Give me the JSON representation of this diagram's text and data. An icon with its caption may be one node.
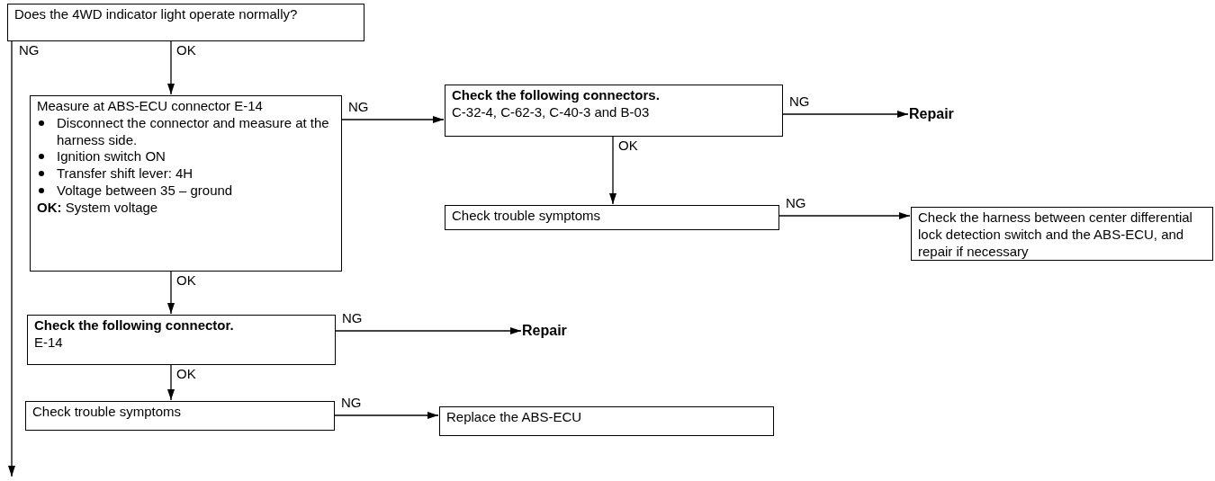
{
  "diagram": {
    "nodes": [
      {
        "text": [
          "Does the 4WD indicator light operate normally?"
        ]
      },
      {
        "text": [
          "Measure at ABS-ECU connector E-14",
          "Disconnect the connector and measure at the harness side.",
          "Ignition switch ON",
          "Transfer shift lever: 4H",
          "Voltage between 35 – ground",
          "**OK:** System voltage"
        ]
      },
      {
        "text": [
          "Check the following connectors.",
          "C-32-4, C-62-3, C-40-3 and B-03"
        ]
      },
      {
        "text": [
          "Repair"
        ]
      },
      {
        "text": [
          "Check trouble symptoms"
        ]
      },
      {
        "text": [
          "Check the harness between center differential lock detection switch and the ABS-ECU, and repair if necessary"
        ]
      },
      {
        "text": [
          "Check the following connector.",
          "E-14"
        ]
      },
      {
        "text": [
          "Repair"
        ]
      },
      {
        "text": [
          "Check trouble symptoms"
        ]
      },
      {
        "text": [
          "Replace the ABS-ECU"
        ]
      }
    ],
    "edges": [
      {
        "from": 0,
        "to": 1,
        "arrow": "to",
        "label": "OK"
      },
      {
        "from": 1,
        "to": 2,
        "arrow": "to",
        "label": "NG"
      },
      {
        "from": 2,
        "to": 3,
        "arrow": "to",
        "label": "NG"
      },
      {
        "from": 2,
        "to": 4,
        "arrow": "to",
        "label": "OK"
      },
      {
        "from": 4,
        "to": 5,
        "arrow": "to",
        "label": "NG"
      },
      {
        "from": 1,
        "to": 6,
        "arrow": "to",
        "label": "OK"
      },
      {
        "from": 6,
        "to": 7,
        "arrow": "to",
        "label": "NG"
      },
      {
        "from": 6,
        "to": 8,
        "arrow": "to",
        "label": "OK"
      },
      {
        "from": 8,
        "to": 9,
        "arrow": "to",
        "label": "NG"
      },
      {
        "from": 0,
        "to": null,
        "arrow": "to",
        "label": "NG"
      }
    ]
  }
}
